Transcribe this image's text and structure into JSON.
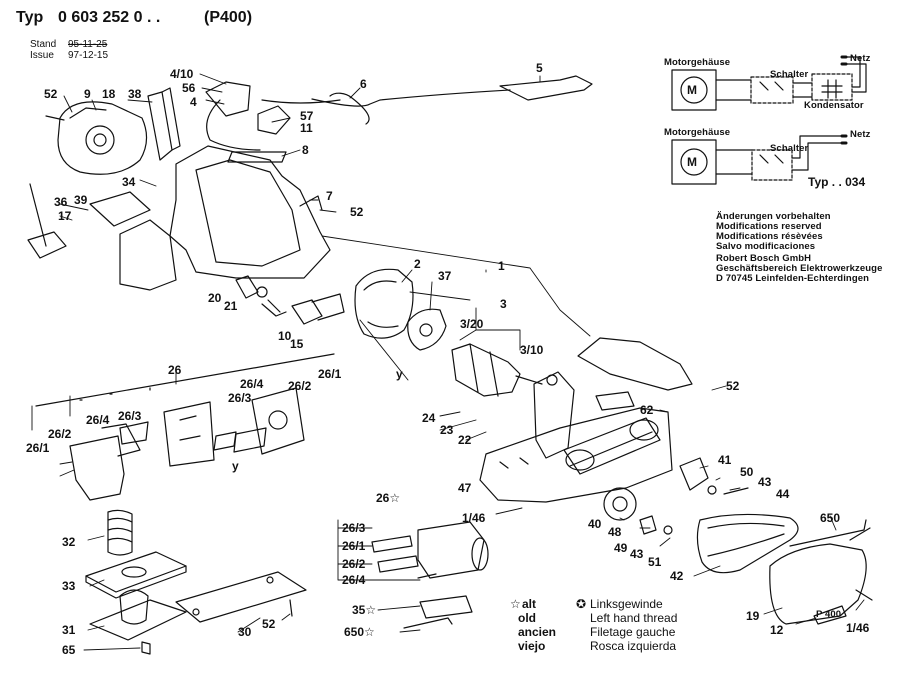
{
  "header": {
    "type_label": "Typ",
    "type_number": "0 603 252 0 . .",
    "model": "(P400)",
    "stand_label": "Stand",
    "stand_date": "95-11-25",
    "issue_label": "Issue",
    "issue_date": "97-12-15"
  },
  "wiring": {
    "top": {
      "housing_label": "Motorgehäuse",
      "switch_label": "Schalter",
      "mains_label": "Netz",
      "capacitor_label": "Kondensator",
      "motor_symbol": "M"
    },
    "bottom": {
      "housing_label": "Motorgehäuse",
      "switch_label": "Schalter",
      "mains_label": "Netz",
      "motor_symbol": "M",
      "type_note": "Typ . . 034"
    }
  },
  "notice": {
    "lines": [
      "Änderungen vorbehalten",
      "Modifications reserved",
      "Modifications résèvées",
      "Salvo modificaciones",
      "Robert Bosch GmbH",
      "Geschäftsbereich Elektrowerkzeuge",
      "D 70745 Leinfelden-Echterdingen"
    ]
  },
  "legend": {
    "old_symbol": "☆",
    "old_terms": [
      "alt",
      "old",
      "ancien",
      "viejo"
    ],
    "thread_symbol": "✪",
    "thread_terms": [
      "Linksgewinde",
      "Left hand thread",
      "Filetage gauche",
      "Rosca izquierda"
    ]
  },
  "callouts": {
    "c52a": "52",
    "c9": "9",
    "c18": "18",
    "c38": "38",
    "c410": "4/10",
    "c56": "56",
    "c4": "4",
    "c6": "6",
    "c5": "5",
    "c57": "57",
    "c11": "11",
    "c8": "8",
    "c7": "7",
    "c52b": "52",
    "c34": "34",
    "c36": "36",
    "c39": "39",
    "c17": "17",
    "c2": "2",
    "c37": "37",
    "c1": "1",
    "c3": "3",
    "c320": "3/20",
    "c310": "3/10",
    "c20": "20",
    "c21": "21",
    "c10": "10",
    "c15": "15",
    "c26": "26",
    "c264a": "26/4",
    "c262a": "26/2",
    "c261a": "26/1",
    "c263a": "26/3",
    "c262b": "26/2",
    "c264b": "26/4",
    "c263b": "26/3",
    "c261b": "26/1",
    "cy1": "y",
    "cy2": "y",
    "c24": "24",
    "c23": "23",
    "c22": "22",
    "c62": "62",
    "c52c": "52",
    "c41": "41",
    "c50": "50",
    "c43a": "43",
    "c44": "44",
    "c47": "47",
    "c146a": "1/46",
    "c48": "48",
    "c49": "49",
    "c40": "40",
    "c43b": "43",
    "c51": "51",
    "c42": "42",
    "c650a": "650",
    "c19": "19",
    "c12": "12",
    "c146b": "1/46",
    "cplate": "P 400",
    "c32": "32",
    "c33": "33",
    "c31": "31",
    "c30": "30",
    "c52d": "52",
    "c65": "65",
    "c26star": "26☆",
    "c263c": "26/3",
    "c261c": "26/1",
    "c262c": "26/2",
    "c264c": "26/4",
    "c35": "35☆",
    "c650b": "650☆"
  }
}
